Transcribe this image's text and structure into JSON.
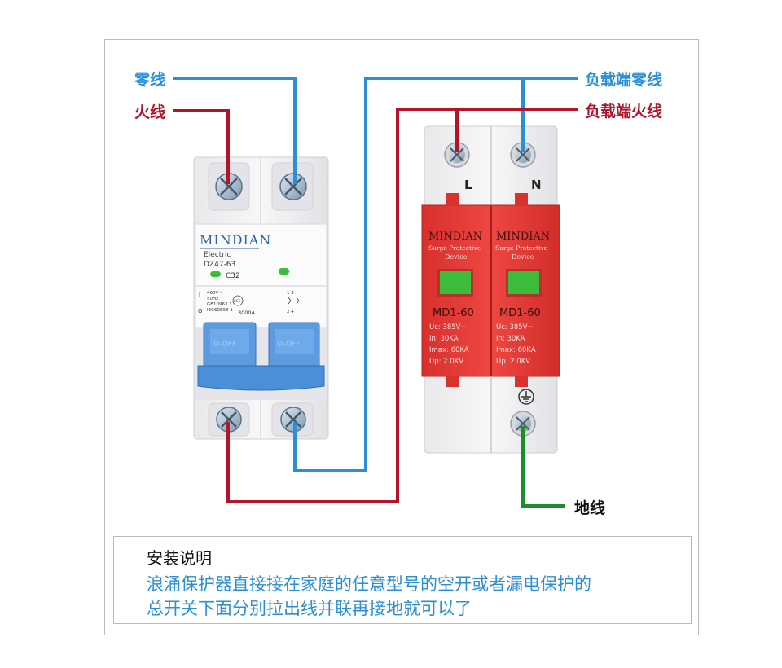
{
  "labels": {
    "neutral": "零线",
    "live": "火线",
    "load_neutral": "负载端零线",
    "load_live": "负载端火线",
    "ground": "地线"
  },
  "breaker": {
    "brand": "MINDIAN",
    "brand_sub": "Electric",
    "model": "DZ47-63",
    "rating": "C32",
    "spec_1": "400V~",
    "spec_2": "50Hz",
    "spec_3": "GB10963.1",
    "spec_4": "IEC60898-1",
    "capacity": "3000A",
    "switch_label_1": "O-OFF",
    "switch_label_2": "O-OFF",
    "pole_numbers_top": "1  3",
    "pole_numbers_bottom": "2  4",
    "symbol_on": "I",
    "symbol_off": "O",
    "cert": "CCC"
  },
  "spd": {
    "terminal_l": "L",
    "terminal_n": "N",
    "brand": "MINDIAN",
    "subtitle_1": "Surge Protective",
    "subtitle_2": "Device",
    "model": "MD1-60",
    "uc": "Uc:   385V~",
    "in": "In:      30KA",
    "imax": "Imax:  60KA",
    "up": "Up: 2.0KV",
    "ground_symbol": "ground-symbol"
  },
  "notes": {
    "title": "安装说明",
    "line1": "浪涌保护器直接接在家庭的任意型号的空开或者漏电保护的",
    "line2": "总开关下面分别拉出线并联再接地就可以了"
  },
  "colors": {
    "neutral_wire": "#2a8fd6",
    "live_wire": "#b5122b",
    "ground_wire": "#1e8c2a",
    "spd_body": "#e53a36",
    "breaker_handle": "#4a8fd8",
    "indicator": "#3dbb3a"
  }
}
